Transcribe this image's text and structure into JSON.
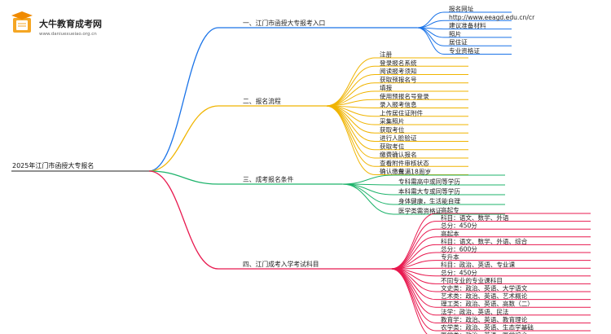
{
  "logo": {
    "title": "大牛教育成考网",
    "url": "www.daniuexueiao.org.cn",
    "colors": {
      "book": "#f5a623",
      "cap": "#f08a00"
    }
  },
  "root": {
    "label": "2025年江门市函授大专报名"
  },
  "branches": [
    {
      "label": "一、江门市函授大专报考入口",
      "color": "#1a73e8",
      "items": [
        "报名网址",
        "http://www.eeagd.edu.cn/cr",
        "建议准备材料",
        "照片",
        "居住证",
        "专业资格证"
      ]
    },
    {
      "label": "二、报名流程",
      "color": "#f0b400",
      "items": [
        "注册",
        "登录报名系统",
        "阅读报考须知",
        "获取预报名号",
        "填报",
        "使用预报名号登录",
        "录入报考信息",
        "上传居住证附件",
        "采集照片",
        "获取考位",
        "进行人脸验证",
        "获取考位",
        "缴费确认报名",
        "查看附件审核状态",
        "确认缴费"
      ]
    },
    {
      "label": "三、成考报名条件",
      "color": "#1db36b",
      "items": [
        "年满18周岁",
        "专科需高中或同等学历",
        "本科需大专或同等学历",
        "身体健康，生活能自理",
        "医学类需资格证"
      ]
    },
    {
      "label": "四、江门成考入学考试科目",
      "color": "#e8194f",
      "items": [
        "高起专",
        "科目：语文、数学、外语",
        "总分：450分",
        "高起本",
        "科目：语文、数学、外语、综合",
        "总分：600分",
        "专升本",
        "科目：政治、英语、专业课",
        "总分：450分",
        "不同专业的专业课科目",
        "文史类：政治、英语、大学语文",
        "艺术类：政治、英语、艺术概论",
        "理工类：政治、英语、高数（二）",
        "法学：政治、英语、民法",
        "教育学：政治、英语、教育理论",
        "农学类：政治、英语、生态学基础",
        "医学类：政治、英语、医学综合"
      ]
    }
  ]
}
